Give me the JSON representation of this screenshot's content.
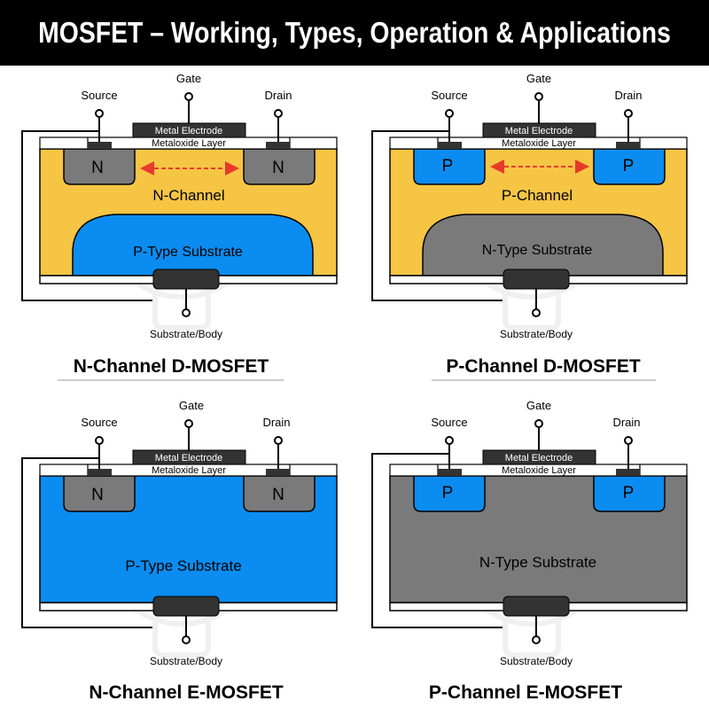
{
  "title": "MOSFET – Working, Types, Operation & Applications",
  "colors": {
    "yellow": "#f7c544",
    "blue": "#0b8cf0",
    "gray_region": "#7a7a7a",
    "dark_electrode": "#333333",
    "banner_bg": "#000000",
    "arrow": "#e8392b"
  },
  "terminals": {
    "source": "Source",
    "gate": "Gate",
    "drain": "Drain",
    "body": "Substrate/Body"
  },
  "layers": {
    "metal": "Metal Electrode",
    "oxide": "Metaloxide Layer"
  },
  "diagrams": [
    {
      "caption": "N-Channel D-MOSFET",
      "region": "N",
      "channel": "N-Channel",
      "substrate": "P-Type Substrate"
    },
    {
      "caption": "P-Channel D-MOSFET",
      "region": "P",
      "channel": "P-Channel",
      "substrate": "N-Type Substrate"
    },
    {
      "caption": "N-Channel E-MOSFET",
      "region": "N",
      "substrate": "P-Type Substrate"
    },
    {
      "caption": "P-Channel E-MOSFET",
      "region": "P",
      "substrate": "N-Type Substrate"
    }
  ]
}
